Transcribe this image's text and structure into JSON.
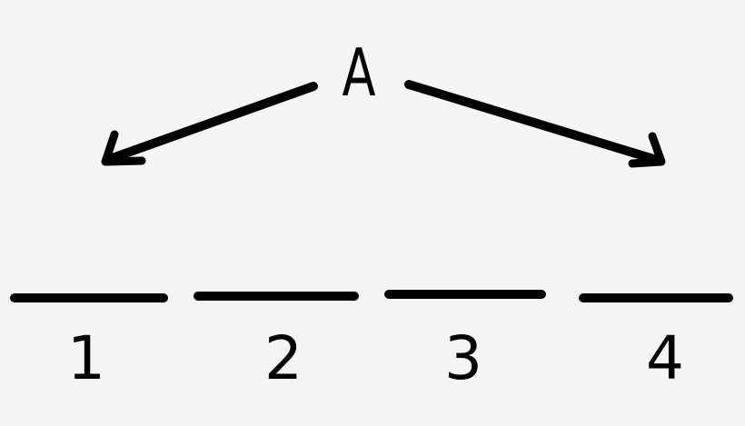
{
  "diagram": {
    "root": {
      "label": "A"
    },
    "arrows": [
      {
        "from": "A",
        "direction": "down-left"
      },
      {
        "from": "A",
        "direction": "down-right"
      }
    ],
    "slots": [
      {
        "label": "1"
      },
      {
        "label": "2"
      },
      {
        "label": "3"
      },
      {
        "label": "4"
      }
    ],
    "colors": {
      "background": "#f5f5f5",
      "ink": "#000000"
    }
  }
}
